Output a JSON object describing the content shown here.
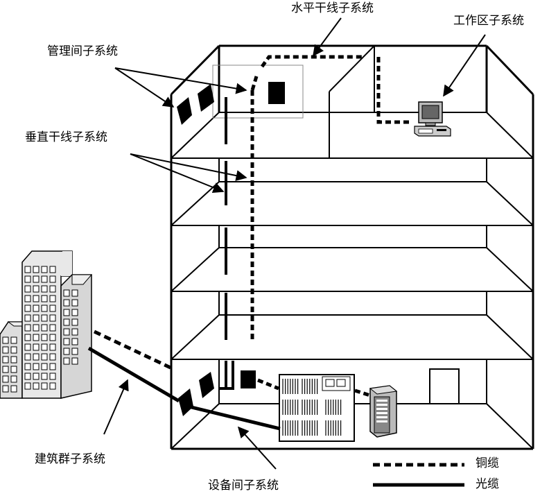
{
  "labels": {
    "horizontal": "水平干线子系统",
    "work_area": "工作区子系统",
    "admin_room": "管理间子系统",
    "vertical": "垂直干线子系统",
    "campus": "建筑群子系统",
    "equipment_room": "设备间子系统"
  },
  "legend": {
    "copper": "铜缆",
    "fiber": "光缆"
  }
}
